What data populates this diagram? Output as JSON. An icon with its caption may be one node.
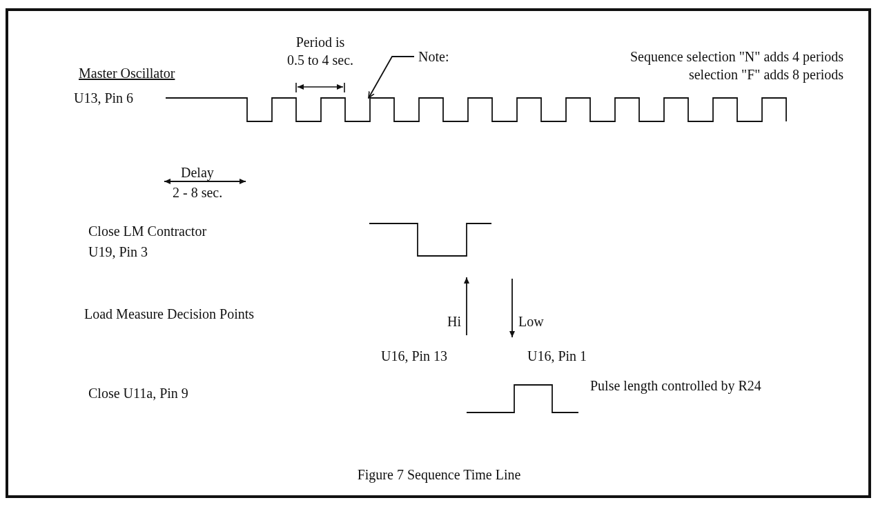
{
  "diagram": {
    "caption": "Figure 7 Sequence Time Line",
    "nodes": [
      {
        "text": [
          "Note:"
        ]
      },
      {
        "text": [],
        "shape": "picture"
      }
    ],
    "edges": [
      {
        "from": 0,
        "to": 1,
        "arrow": "to"
      }
    ],
    "labels": [
      "Period is 0.5 to 4 sec.",
      "Sequence selection \"N\" adds 4 periods selection \"F\" adds 8 periods",
      "Master Oscillator",
      "U13, Pin 6",
      "Delay",
      "2 - 8 sec.",
      "Close LM Contractor",
      "U19, Pin 3",
      "Load Measure Decision Points",
      "Hi",
      "Low",
      "U16, Pin 13",
      "U16, Pin 1",
      "Close U11a, Pin 9",
      "Pulse length controlled by R24"
    ]
  }
}
